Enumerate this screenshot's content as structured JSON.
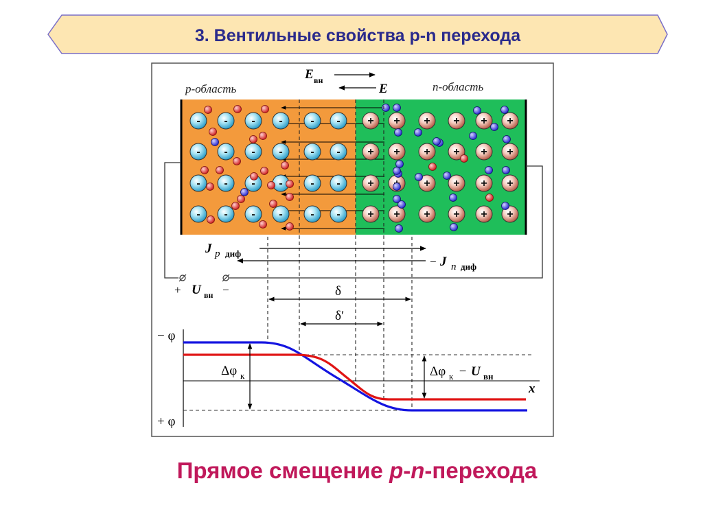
{
  "slide": {
    "title": "3. Вентильные свойства p-n перехода",
    "caption_part1": "Прямое смещение ",
    "caption_p": "p",
    "caption_dash": "-",
    "caption_n": "n",
    "caption_part2": "-перехода"
  },
  "diagram": {
    "p_region_label": "p-область",
    "n_region_label": "n-область",
    "field_ext_main": "E",
    "field_ext_sub": "вн",
    "field_int": "E",
    "jp_main": "J",
    "jp_italic": "p",
    "jp_sub": "диф",
    "jn_minus": "−",
    "jn_main": "J",
    "jn_italic": "n",
    "jn_sub": "диф",
    "source_plus": "+",
    "source_u": "U",
    "source_sub": "вн",
    "source_minus": "−",
    "delta": "δ",
    "delta_prime": "δ′",
    "minus_phi": "− φ",
    "plus_phi": "+ φ",
    "dphi_label": "Δφ",
    "dphi_sub": "к",
    "dphi_ext_label": "Δφ",
    "dphi_ext_sub": "к",
    "dphi_ext_minus": " − ",
    "dphi_ext_u": "U",
    "dphi_ext_usub": "вн",
    "x_axis": "x",
    "ion_minus": "-",
    "ion_plus": "+"
  },
  "colors": {
    "p_region": "#f39a3c",
    "n_region": "#1fbe5a",
    "title_banner": "#fde6b2",
    "caption": "#c0185a",
    "blue_curve": "#1414e0",
    "red_curve": "#e01414"
  }
}
